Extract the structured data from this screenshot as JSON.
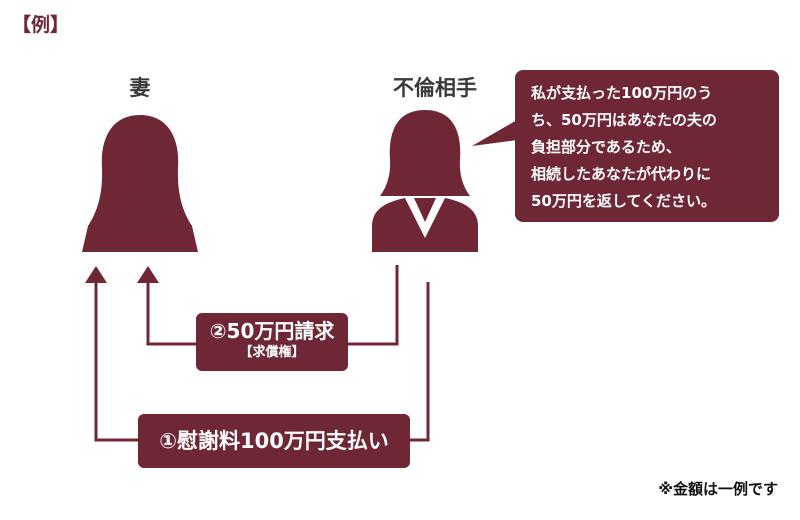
{
  "header": {
    "example_tag": "【例】"
  },
  "people": {
    "wife": {
      "label": "妻",
      "icon": "woman-silhouette-icon"
    },
    "partner": {
      "label": "不倫相手",
      "icon": "businesswoman-silhouette-icon"
    }
  },
  "speech_bubble": {
    "text": "私が支払った100万円のう\nち、50万円はあなたの夫の\n負担部分であるため、\n相続したあなたが代わりに\n50万円を返してください。"
  },
  "arrows": {
    "claim": {
      "label": "②50万円請求",
      "sublabel": "【求償権】"
    },
    "payment": {
      "label": "①慰謝料100万円支払い"
    }
  },
  "note": "※金額は一例です",
  "colors": {
    "accent": "#6f2735",
    "text_dark": "#3a3a3a"
  }
}
